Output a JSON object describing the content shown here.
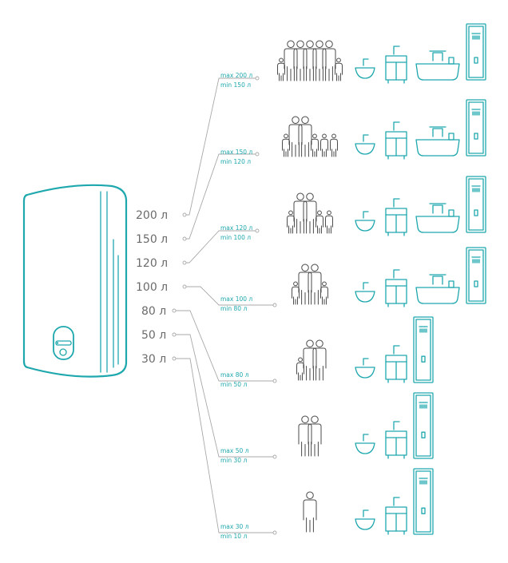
{
  "accent_color": "#1ea8ad",
  "line_color": "#a9a9a9",
  "text_color": "#6b6b6b",
  "volumes": [
    "200 л",
    "150 л",
    "120 л",
    "100 л",
    "80 л",
    "50 л",
    "30 л"
  ],
  "rows": [
    {
      "max": "max 200 л",
      "min": "min 150 л",
      "adults": 5,
      "kids": 2,
      "fixtures": [
        "sink-icon",
        "vanity-icon",
        "bathtub-icon",
        "shower-cabin-icon"
      ]
    },
    {
      "max": "max 150 л",
      "min": "min 120 л",
      "adults": 2,
      "kids": 4,
      "fixtures": [
        "sink-icon",
        "vanity-icon",
        "bathtub-icon",
        "shower-cabin-icon"
      ]
    },
    {
      "max": "max 120 л",
      "min": "min 100 л",
      "adults": 2,
      "kids": 3,
      "fixtures": [
        "sink-icon",
        "vanity-icon",
        "bathtub-icon",
        "shower-cabin-icon"
      ]
    },
    {
      "max": "max 100 л",
      "min": "min 80 л",
      "adults": 2,
      "kids": 2,
      "fixtures": [
        "sink-icon",
        "vanity-icon",
        "bathtub-icon",
        "shower-cabin-icon"
      ]
    },
    {
      "max": "max 80 л",
      "min": "min 50 л",
      "adults": 2,
      "kids": 1,
      "fixtures": [
        "sink-icon",
        "vanity-icon",
        "shower-cabin-icon"
      ]
    },
    {
      "max": "max 50 л",
      "min": "min 30 л",
      "adults": 2,
      "kids": 0,
      "fixtures": [
        "sink-icon",
        "vanity-icon",
        "shower-cabin-icon"
      ]
    },
    {
      "max": "max 30 л",
      "min": "min 10 л",
      "adults": 1,
      "kids": 0,
      "fixtures": [
        "sink-icon",
        "vanity-icon",
        "shower-cabin-icon"
      ]
    }
  ]
}
